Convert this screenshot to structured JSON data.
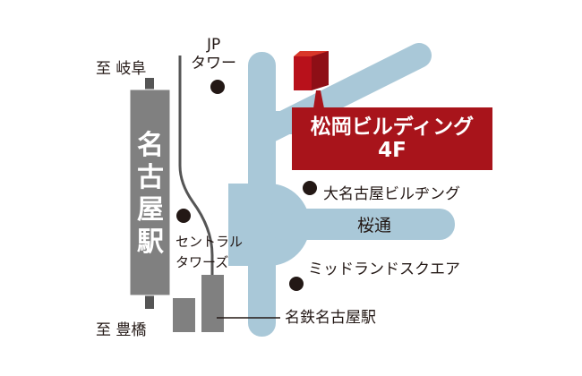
{
  "colors": {
    "road": "#a9c8d8",
    "station": "#808080",
    "accent": "#a8141b",
    "dot": "#231815"
  },
  "directions": {
    "north": "至 岐阜",
    "south": "至 豊橋"
  },
  "station": {
    "name": "名古屋駅"
  },
  "target": {
    "name": "松岡ビルディング",
    "floor": "4F"
  },
  "landmarks": {
    "jp_tower": {
      "line1": "JP",
      "line2": "タワー"
    },
    "central_towers": {
      "line1": "セントラル",
      "line2": "タワーズ"
    },
    "dai_nagoya": "大名古屋ビルヂング",
    "midland": "ミッドランドスクエア",
    "meitetsu": "名鉄名古屋駅"
  },
  "streets": {
    "sakura": "桜通"
  }
}
